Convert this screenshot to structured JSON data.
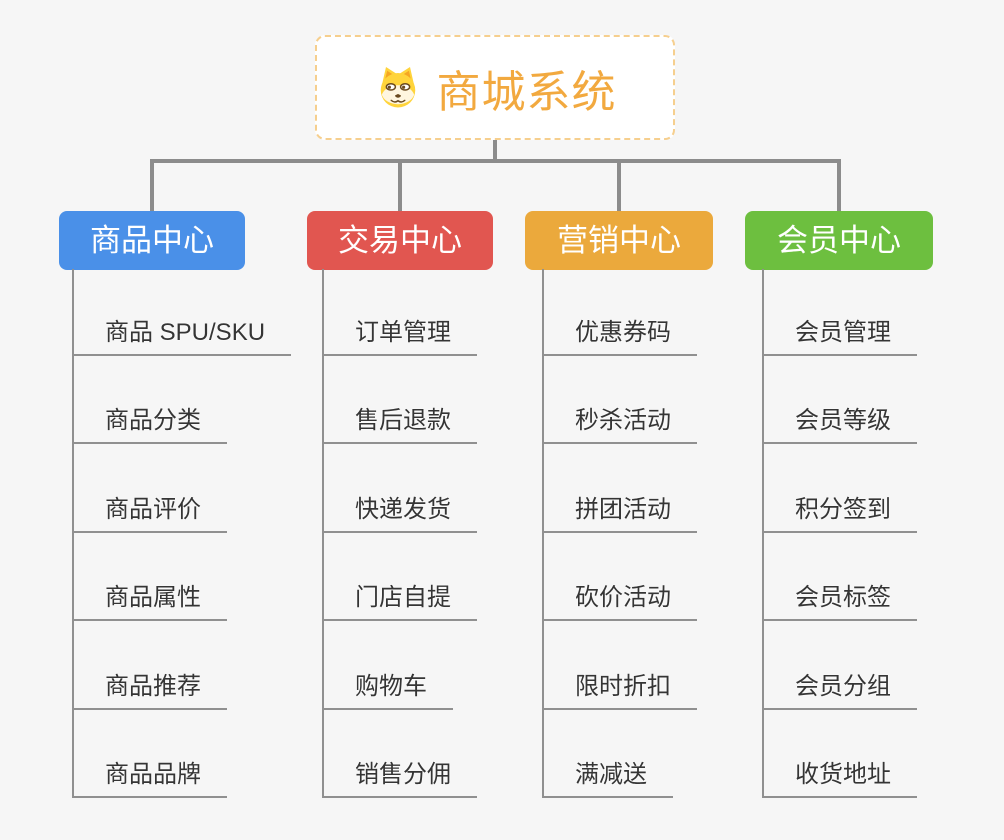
{
  "root": {
    "title": "商城系统",
    "icon": "dog-face-icon"
  },
  "branches": [
    {
      "label": "商品中心",
      "color": "#4a90e8",
      "items": [
        "商品 SPU/SKU",
        "商品分类",
        "商品评价",
        "商品属性",
        "商品推荐",
        "商品品牌"
      ]
    },
    {
      "label": "交易中心",
      "color": "#e15650",
      "items": [
        "订单管理",
        "售后退款",
        "快递发货",
        "门店自提",
        "购物车",
        "销售分佣"
      ]
    },
    {
      "label": "营销中心",
      "color": "#eba93c",
      "items": [
        "优惠券码",
        "秒杀活动",
        "拼团活动",
        "砍价活动",
        "限时折扣",
        "满减送"
      ]
    },
    {
      "label": "会员中心",
      "color": "#6dbf3f",
      "items": [
        "会员管理",
        "会员等级",
        "积分签到",
        "会员标签",
        "会员分组",
        "收货地址"
      ]
    }
  ],
  "colors": {
    "background": "#f6f6f6",
    "connector": "#8c8c8c",
    "leaf_line": "#909090",
    "leaf_text": "#353535",
    "root_border": "#f6cf8e",
    "root_title": "#f2a93f",
    "header_text": "#ffffff"
  }
}
